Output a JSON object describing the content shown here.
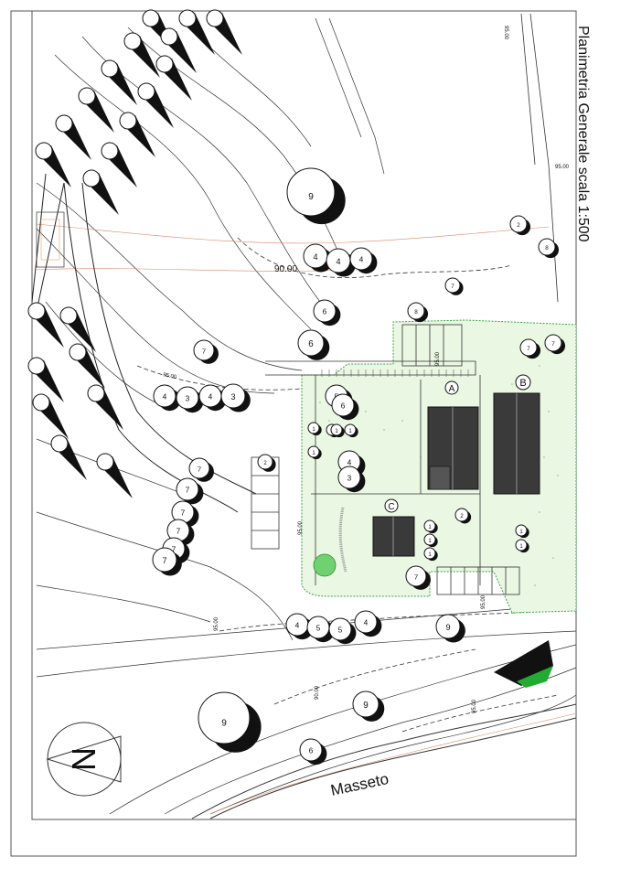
{
  "sheet": {
    "title": "Planimetria Generale  scala 1:500",
    "road_label": "Masseto",
    "north_letter": "N"
  },
  "buildings": [
    {
      "id": "A",
      "label": "A"
    },
    {
      "id": "B",
      "label": "B"
    },
    {
      "id": "C",
      "label": "C"
    }
  ],
  "contours": [
    {
      "label": "90.00"
    },
    {
      "label": "95.00"
    },
    {
      "label": "90.00"
    },
    {
      "label": "95.00"
    },
    {
      "label": "95.00"
    },
    {
      "label": "95.00"
    }
  ],
  "spot_levels": [
    {
      "label": "95.00"
    },
    {
      "label": "95.00"
    },
    {
      "label": "95.00"
    },
    {
      "label": "95.00"
    }
  ],
  "trees": [
    {
      "n": "9"
    },
    {
      "n": "4"
    },
    {
      "n": "4"
    },
    {
      "n": "4"
    },
    {
      "n": "6"
    },
    {
      "n": "6"
    },
    {
      "n": "7"
    },
    {
      "n": "4"
    },
    {
      "n": "3"
    },
    {
      "n": "4"
    },
    {
      "n": "3"
    },
    {
      "n": "7"
    },
    {
      "n": "7"
    },
    {
      "n": "7"
    },
    {
      "n": "7"
    },
    {
      "n": "7"
    },
    {
      "n": "7"
    },
    {
      "n": "5"
    },
    {
      "n": "6"
    },
    {
      "n": "4"
    },
    {
      "n": "3"
    },
    {
      "n": "2"
    },
    {
      "n": "7"
    },
    {
      "n": "2"
    },
    {
      "n": "8"
    },
    {
      "n": "8"
    },
    {
      "n": "7"
    },
    {
      "n": "4"
    },
    {
      "n": "5"
    },
    {
      "n": "5"
    },
    {
      "n": "4"
    },
    {
      "n": "9"
    },
    {
      "n": "6"
    },
    {
      "n": "9"
    },
    {
      "n": "9"
    },
    {
      "n": "2"
    },
    {
      "n": "1"
    },
    {
      "n": "1"
    },
    {
      "n": "1"
    },
    {
      "n": "1"
    },
    {
      "n": "1"
    },
    {
      "n": "1"
    },
    {
      "n": "1"
    },
    {
      "n": "1"
    },
    {
      "n": "1"
    },
    {
      "n": "1"
    },
    {
      "n": "7"
    },
    {
      "n": "7"
    }
  ]
}
